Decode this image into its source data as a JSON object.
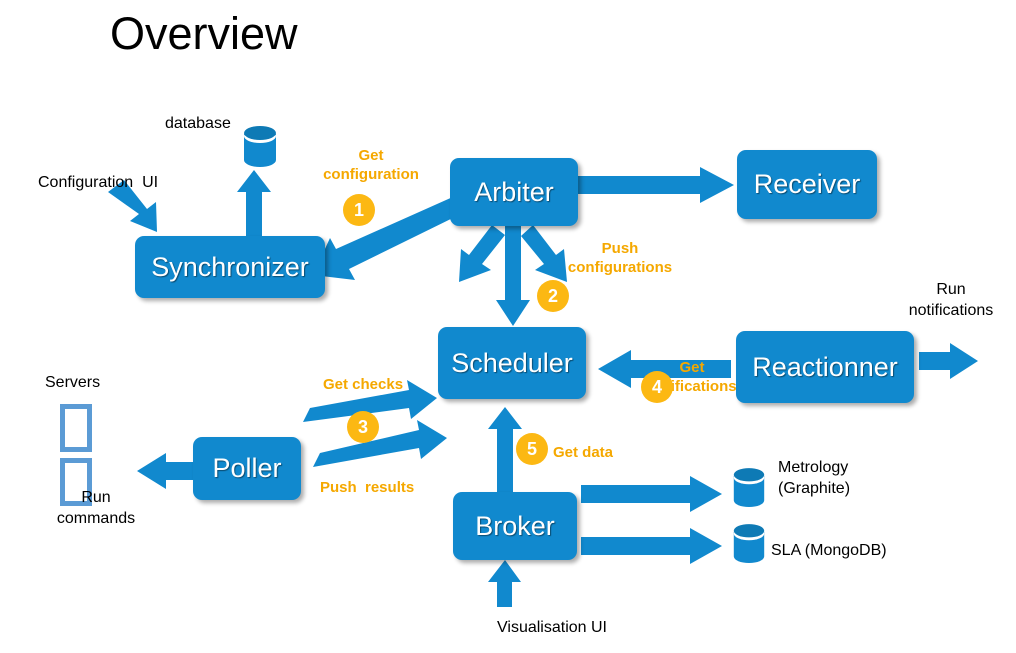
{
  "page": {
    "title": "Overview",
    "background": "#ffffff",
    "accent_blue": "#1189ce",
    "accent_orange": "#fcb813",
    "label_orange": "#f5a800",
    "server_outline": "#5b9bd5"
  },
  "nodes": [
    {
      "id": "synchronizer",
      "label": "Synchronizer"
    },
    {
      "id": "arbiter",
      "label": "Arbiter"
    },
    {
      "id": "receiver",
      "label": "Receiver"
    },
    {
      "id": "scheduler",
      "label": "Scheduler"
    },
    {
      "id": "reactionner",
      "label": "Reactionner"
    },
    {
      "id": "poller",
      "label": "Poller"
    },
    {
      "id": "broker",
      "label": "Broker"
    }
  ],
  "datastores": [
    {
      "id": "database",
      "label": "database"
    },
    {
      "id": "metrology",
      "label": "Metrology\n(Graphite)"
    },
    {
      "id": "sla",
      "label": "SLA (MongoDB)"
    }
  ],
  "external": [
    {
      "id": "configuration-ui",
      "label": "Configuration  UI"
    },
    {
      "id": "visualisation-ui",
      "label": "Visualisation UI"
    },
    {
      "id": "servers",
      "label": "Servers"
    },
    {
      "id": "run-commands",
      "label": "Run\ncommands"
    },
    {
      "id": "run-notifications",
      "label": "Run\nnotifications"
    }
  ],
  "flows": [
    {
      "step": "1",
      "label": "Get\nconfiguration",
      "from": "arbiter",
      "to": "synchronizer"
    },
    {
      "step": "2",
      "label": "Push\nconfigurations",
      "from": "arbiter",
      "to": "scheduler"
    },
    {
      "step": "3",
      "label_a": "Get checks",
      "label_b": "Push  results",
      "from": "poller",
      "to": "scheduler"
    },
    {
      "step": "4",
      "label": "Get\nnotifications",
      "from": "reactionner",
      "to": "scheduler"
    },
    {
      "step": "5",
      "label": "Get data",
      "from": "broker",
      "to": "scheduler"
    }
  ],
  "labels": {
    "get_configuration": "Get\nconfiguration",
    "push_configurations": "Push\nconfigurations",
    "get_checks": "Get checks",
    "push_results": "Push  results",
    "get_notifications": "Get\nnotifications",
    "get_data": "Get data",
    "database": "database",
    "configuration_ui": "Configuration  UI",
    "visualisation_ui": "Visualisation UI",
    "servers": "Servers",
    "run_commands": "Run\ncommands",
    "run_notifications": "Run\nnotifications",
    "metrology": "Metrology\n(Graphite)",
    "sla": "SLA (MongoDB)"
  },
  "numbers": {
    "one": "1",
    "two": "2",
    "three": "3",
    "four": "4",
    "five": "5"
  }
}
